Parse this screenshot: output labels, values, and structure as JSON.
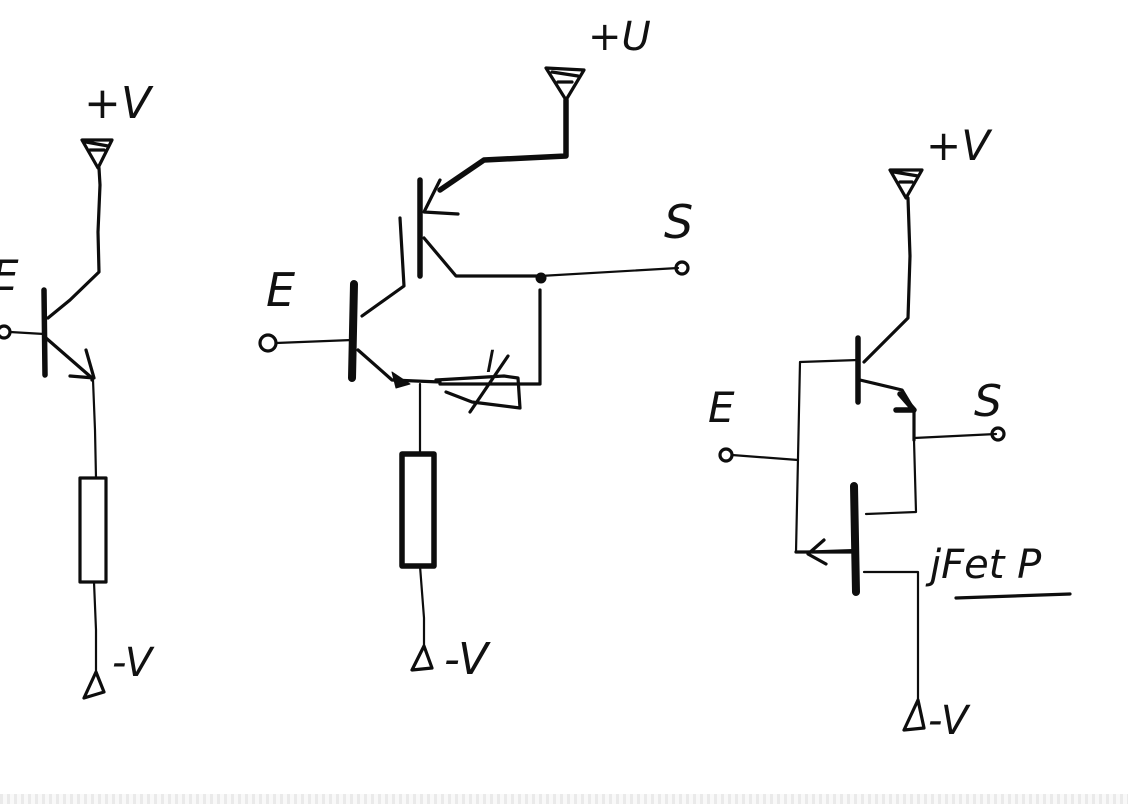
{
  "labels": {
    "c1_vplus": "+V",
    "c1_vminus": "-V",
    "c1_input": "E",
    "c2_vplus": "+U",
    "c2_vminus": "-V",
    "c2_input": "E",
    "c2_output": "S",
    "c2_source": "I",
    "c3_vplus": "+V",
    "c3_vminus": "-V",
    "c3_input": "E",
    "c3_output": "S",
    "c3_jfet": "jFet P"
  },
  "colors": {
    "ink": "#0d0d0d",
    "paper": "#ffffff"
  }
}
